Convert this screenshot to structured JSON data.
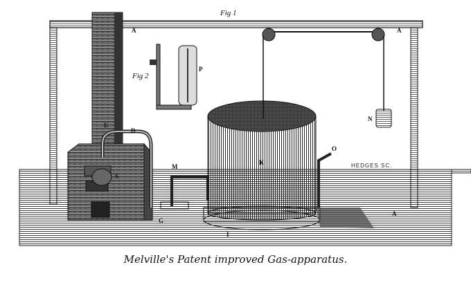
{
  "illustration": {
    "caption": "Melville's Patent improved Gas-apparatus.",
    "fig1_label": "Fig 1",
    "fig2_label": "Fig 2",
    "engraver": "HEDGES SC.",
    "labels": {
      "A_left": "A",
      "A_right": "A",
      "A_floor": "A",
      "D": "D",
      "E": "E",
      "G": "G",
      "K": "K",
      "M": "M",
      "N": "N",
      "O": "O",
      "P": "P",
      "S": "S",
      "I": "I"
    },
    "colors": {
      "ink": "#1a1a1a",
      "paper": "#ffffff",
      "shade": "#555555"
    }
  }
}
